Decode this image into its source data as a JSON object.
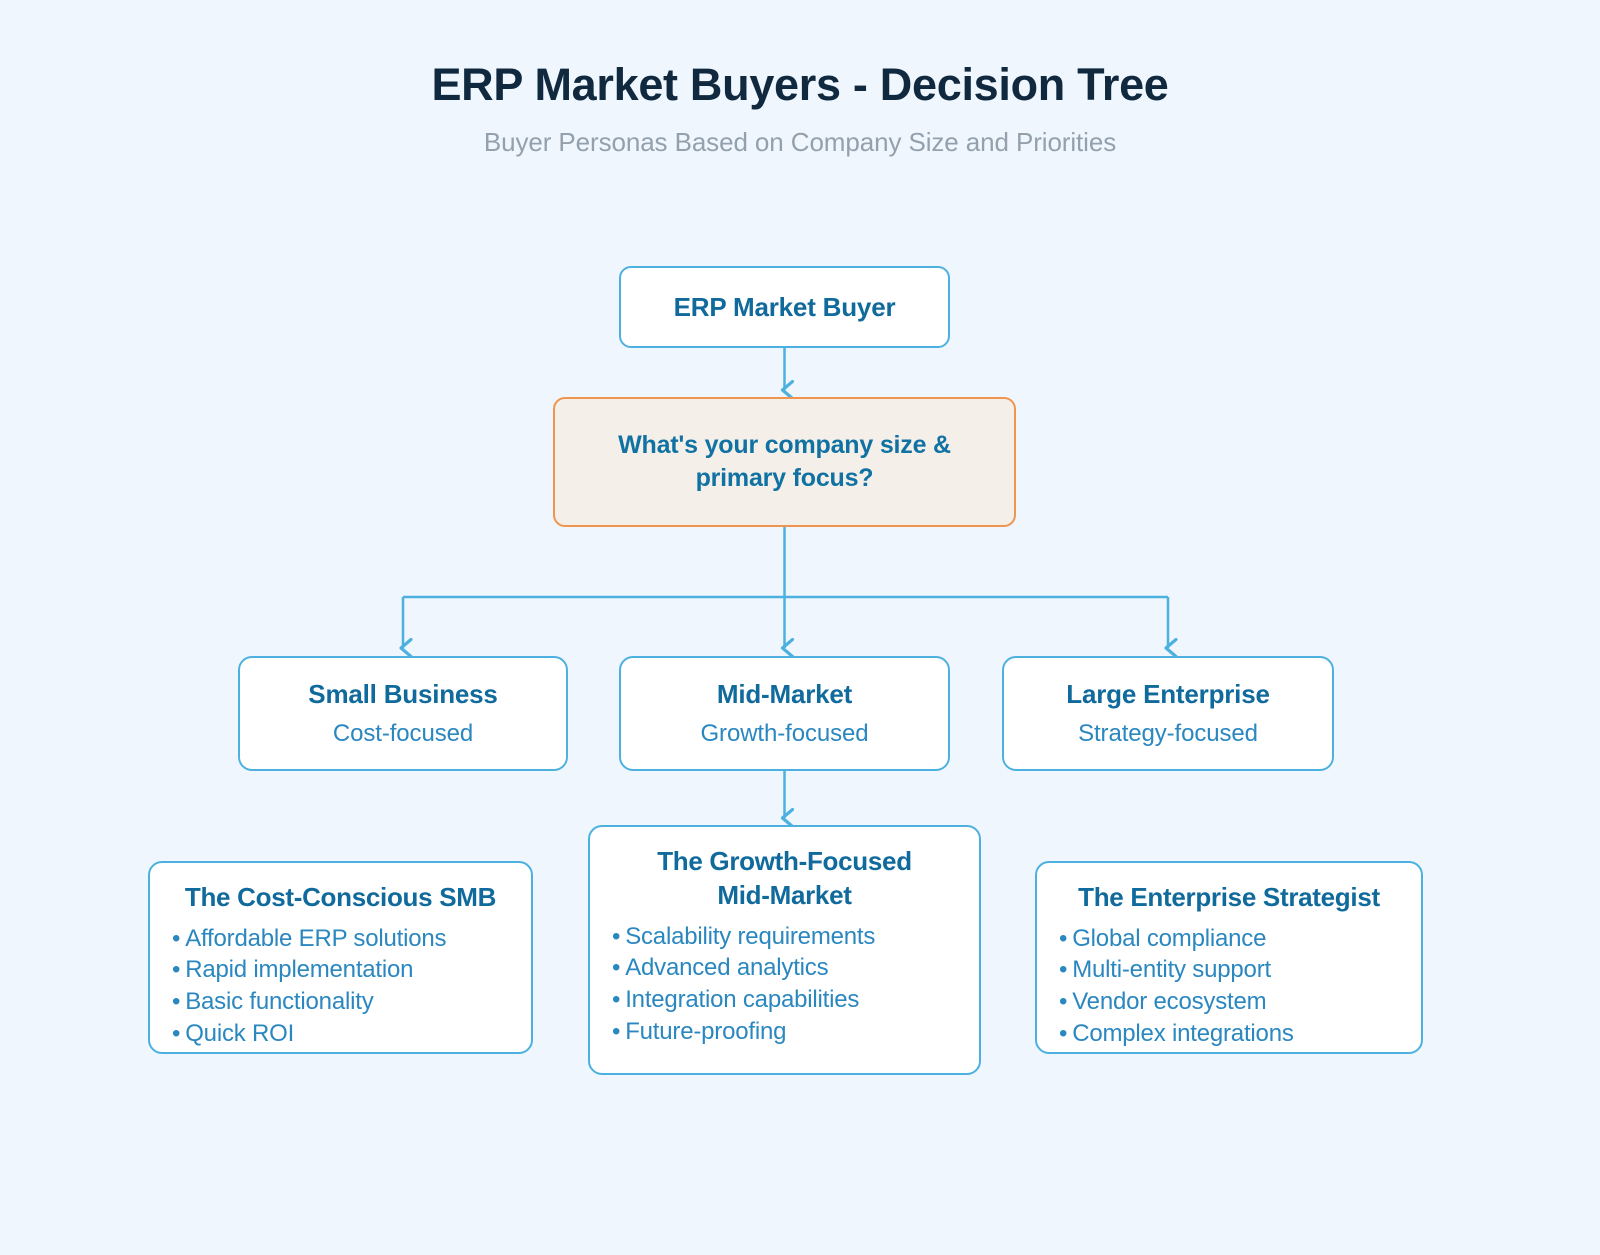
{
  "header": {
    "title": "ERP Market Buyers - Decision Tree",
    "subtitle": "Buyer Personas Based on Company Size and Priorities"
  },
  "colors": {
    "background": "#eff6fd",
    "title_text": "#11293f",
    "subtitle_text": "#93a0ad",
    "node_border": "#4db1e0",
    "node_fill": "#ffffff",
    "node_title_text": "#106a9c",
    "node_sub_text": "#2a87c0",
    "decision_border": "#f0954e",
    "decision_fill": "#f4efe9",
    "connector": "#4db1e0"
  },
  "tree": {
    "root": {
      "label": "ERP Market Buyer"
    },
    "decision": {
      "label": "What's your company size & primary focus?",
      "line1": "What's your company size &",
      "line2": "primary focus?"
    },
    "categories": [
      {
        "label": "Small Business",
        "sublabel": "Cost-focused"
      },
      {
        "label": "Mid-Market",
        "sublabel": "Growth-focused"
      },
      {
        "label": "Large Enterprise",
        "sublabel": "Strategy-focused"
      }
    ],
    "personas": [
      {
        "title": "The Cost-Conscious SMB",
        "items": [
          "Affordable ERP solutions",
          "Rapid implementation",
          "Basic functionality",
          "Quick ROI"
        ]
      },
      {
        "title": "The Growth-Focused Mid-Market",
        "title_line1": "The Growth-Focused",
        "title_line2": "Mid-Market",
        "items": [
          "Scalability requirements",
          "Advanced analytics",
          "Integration capabilities",
          "Future-proofing"
        ]
      },
      {
        "title": "The Enterprise Strategist",
        "items": [
          "Global compliance",
          "Multi-entity support",
          "Vendor ecosystem",
          "Complex integrations"
        ]
      }
    ]
  },
  "icons": {
    "bullet": "•",
    "arrow_down": "arrow-down-icon"
  }
}
